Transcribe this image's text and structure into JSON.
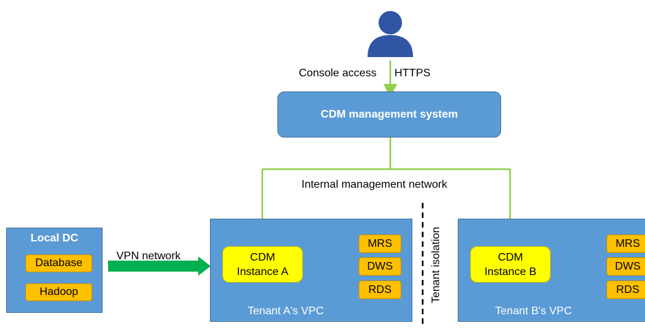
{
  "user": {
    "icon": "person-icon"
  },
  "labels": {
    "console_access": "Console access",
    "https": "HTTPS",
    "internal_network": "Internal management network",
    "vpn_network": "VPN network",
    "tenant_isolation": "Tenant isolation"
  },
  "cdm_system": {
    "label": "CDM management system"
  },
  "local_dc": {
    "title": "Local DC",
    "items": [
      "Database",
      "Hadoop"
    ]
  },
  "tenant_a": {
    "vpc_label": "Tenant A's VPC",
    "instance_line1": "CDM",
    "instance_line2": "Instance A",
    "services": [
      "MRS",
      "DWS",
      "RDS"
    ]
  },
  "tenant_b": {
    "vpc_label": "Tenant B's VPC",
    "instance_line1": "CDM",
    "instance_line2": "Instance B",
    "services": [
      "MRS",
      "DWS",
      "RDS"
    ]
  },
  "colors": {
    "vpc_blue": "#5b9bd5",
    "link_green": "#92d050",
    "vpn_arrow": "#00b050",
    "service_orange": "#ffc000",
    "instance_yellow": "#ffff00"
  }
}
